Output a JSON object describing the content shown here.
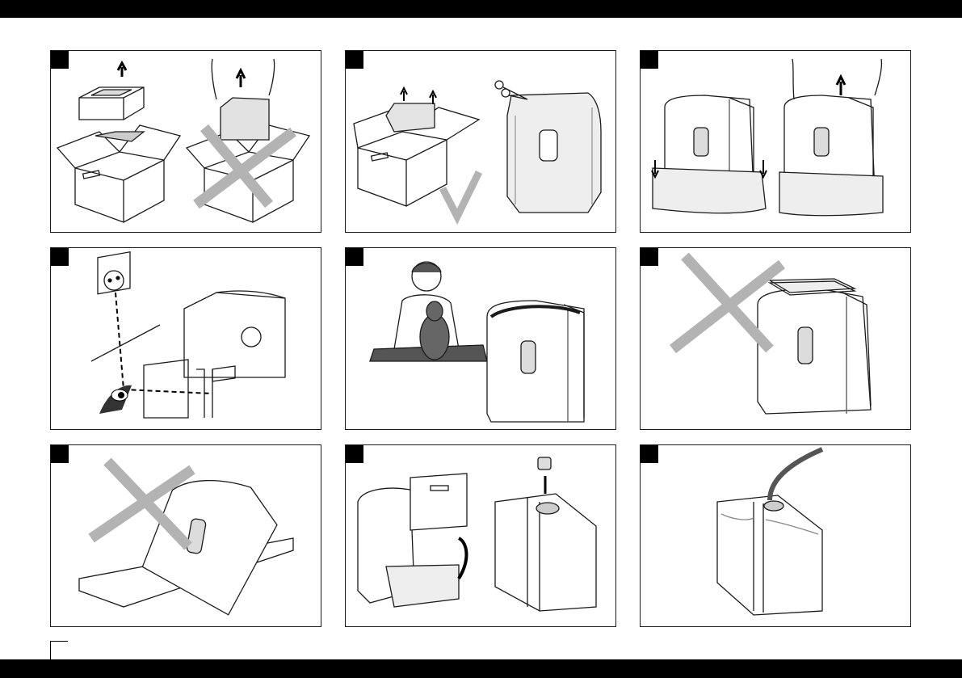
{
  "document": {
    "header_band": "",
    "footer_band": "",
    "panels": [
      {
        "id": "1",
        "illustration": "unpack-lift-lid"
      },
      {
        "id": "2",
        "illustration": "remove-plastic-bag"
      },
      {
        "id": "3",
        "illustration": "slide-bag-down"
      },
      {
        "id": "4",
        "illustration": "check-mains-voltage"
      },
      {
        "id": "5",
        "illustration": "child-pet-safety"
      },
      {
        "id": "6",
        "illustration": "no-objects-on-top"
      },
      {
        "id": "7",
        "illustration": "do-not-tilt"
      },
      {
        "id": "8",
        "illustration": "remove-water-tank"
      },
      {
        "id": "9",
        "illustration": "fill-water-tank"
      }
    ],
    "colors": {
      "ink": "#1a1a1a",
      "cross": "#b3b3b3",
      "check": "#b3b3b3",
      "window": "#dcdcdc",
      "bag": "#eeeeee"
    }
  }
}
